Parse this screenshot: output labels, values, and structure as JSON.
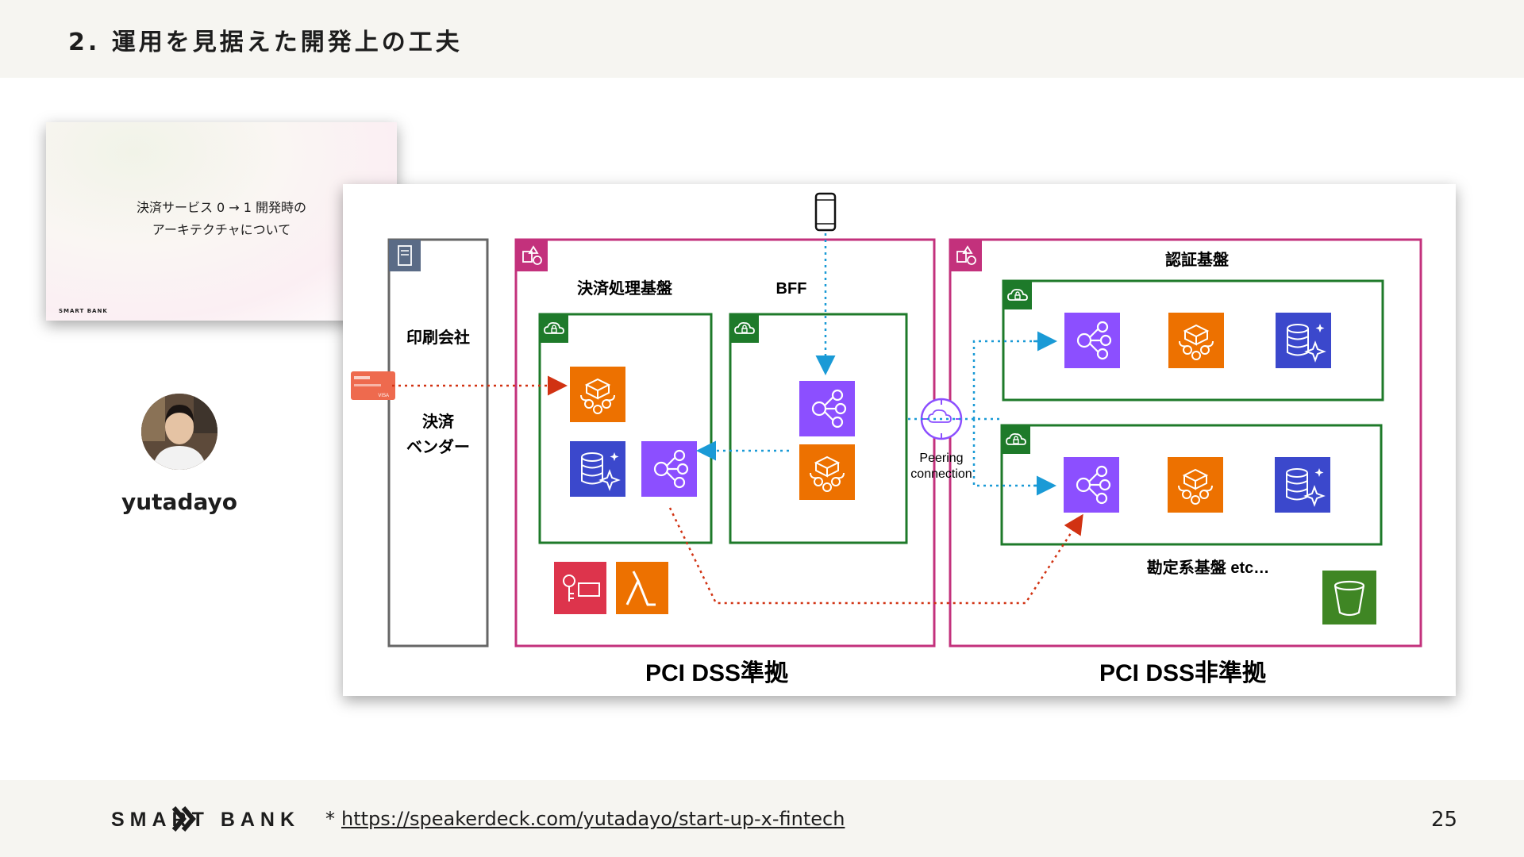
{
  "header": {
    "title": "2. 運用を見据えた開発上の工夫"
  },
  "thumbnail": {
    "line1": "決済サービス 0 → 1 開発時の",
    "line2": "アーキテクチャについて",
    "logo_text": "SMART BANK"
  },
  "speaker": {
    "name": "yutadayo"
  },
  "diagram": {
    "printing_company": "印刷会社",
    "payment_vendor_line1": "決済",
    "payment_vendor_line2": "ベンダー",
    "payment_platform": "決済処理基盤",
    "bff": "BFF",
    "auth_platform": "認証基盤",
    "accounting_platform": "勘定系基盤 etc…",
    "peering_line1": "Peering",
    "peering_line2": "connection",
    "pci_compliant": "PCI DSS準拠",
    "pci_noncompliant": "PCI DSS非準拠",
    "colors": {
      "pci_border": "#c3317c",
      "vpc_border": "#1e7a2a",
      "compute": "#ed7100",
      "database": "#3b48cc",
      "network": "#8c4fff",
      "security": "#dd344c",
      "storage": "#3f8624",
      "arrow_red": "#d13212",
      "arrow_blue": "#1a9ad6"
    }
  },
  "footer": {
    "logo_text": "SMART BANK",
    "ref_mark": "*",
    "link": "https://speakerdeck.com/yutadayo/start-up-x-fintech",
    "page_number": "25"
  }
}
